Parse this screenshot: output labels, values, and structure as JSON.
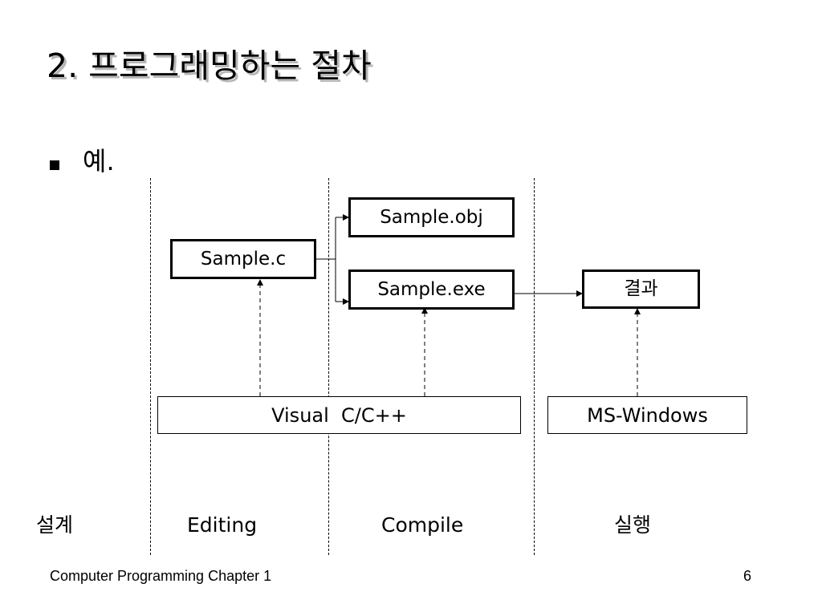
{
  "slide": {
    "title": "2. 프로그래밍하는 절차",
    "bullet": "예."
  },
  "diagram": {
    "boxes": {
      "source": "Sample.c",
      "object": "Sample.obj",
      "executable": "Sample.exe",
      "result": "결과"
    },
    "tools": {
      "compiler": "Visual  C/C++",
      "os": "MS-Windows"
    },
    "phases": {
      "design": "설계",
      "editing": "Editing",
      "compile": "Compile",
      "run": "실행"
    }
  },
  "footer": {
    "left": "Computer Programming Chapter 1",
    "page": "6"
  }
}
